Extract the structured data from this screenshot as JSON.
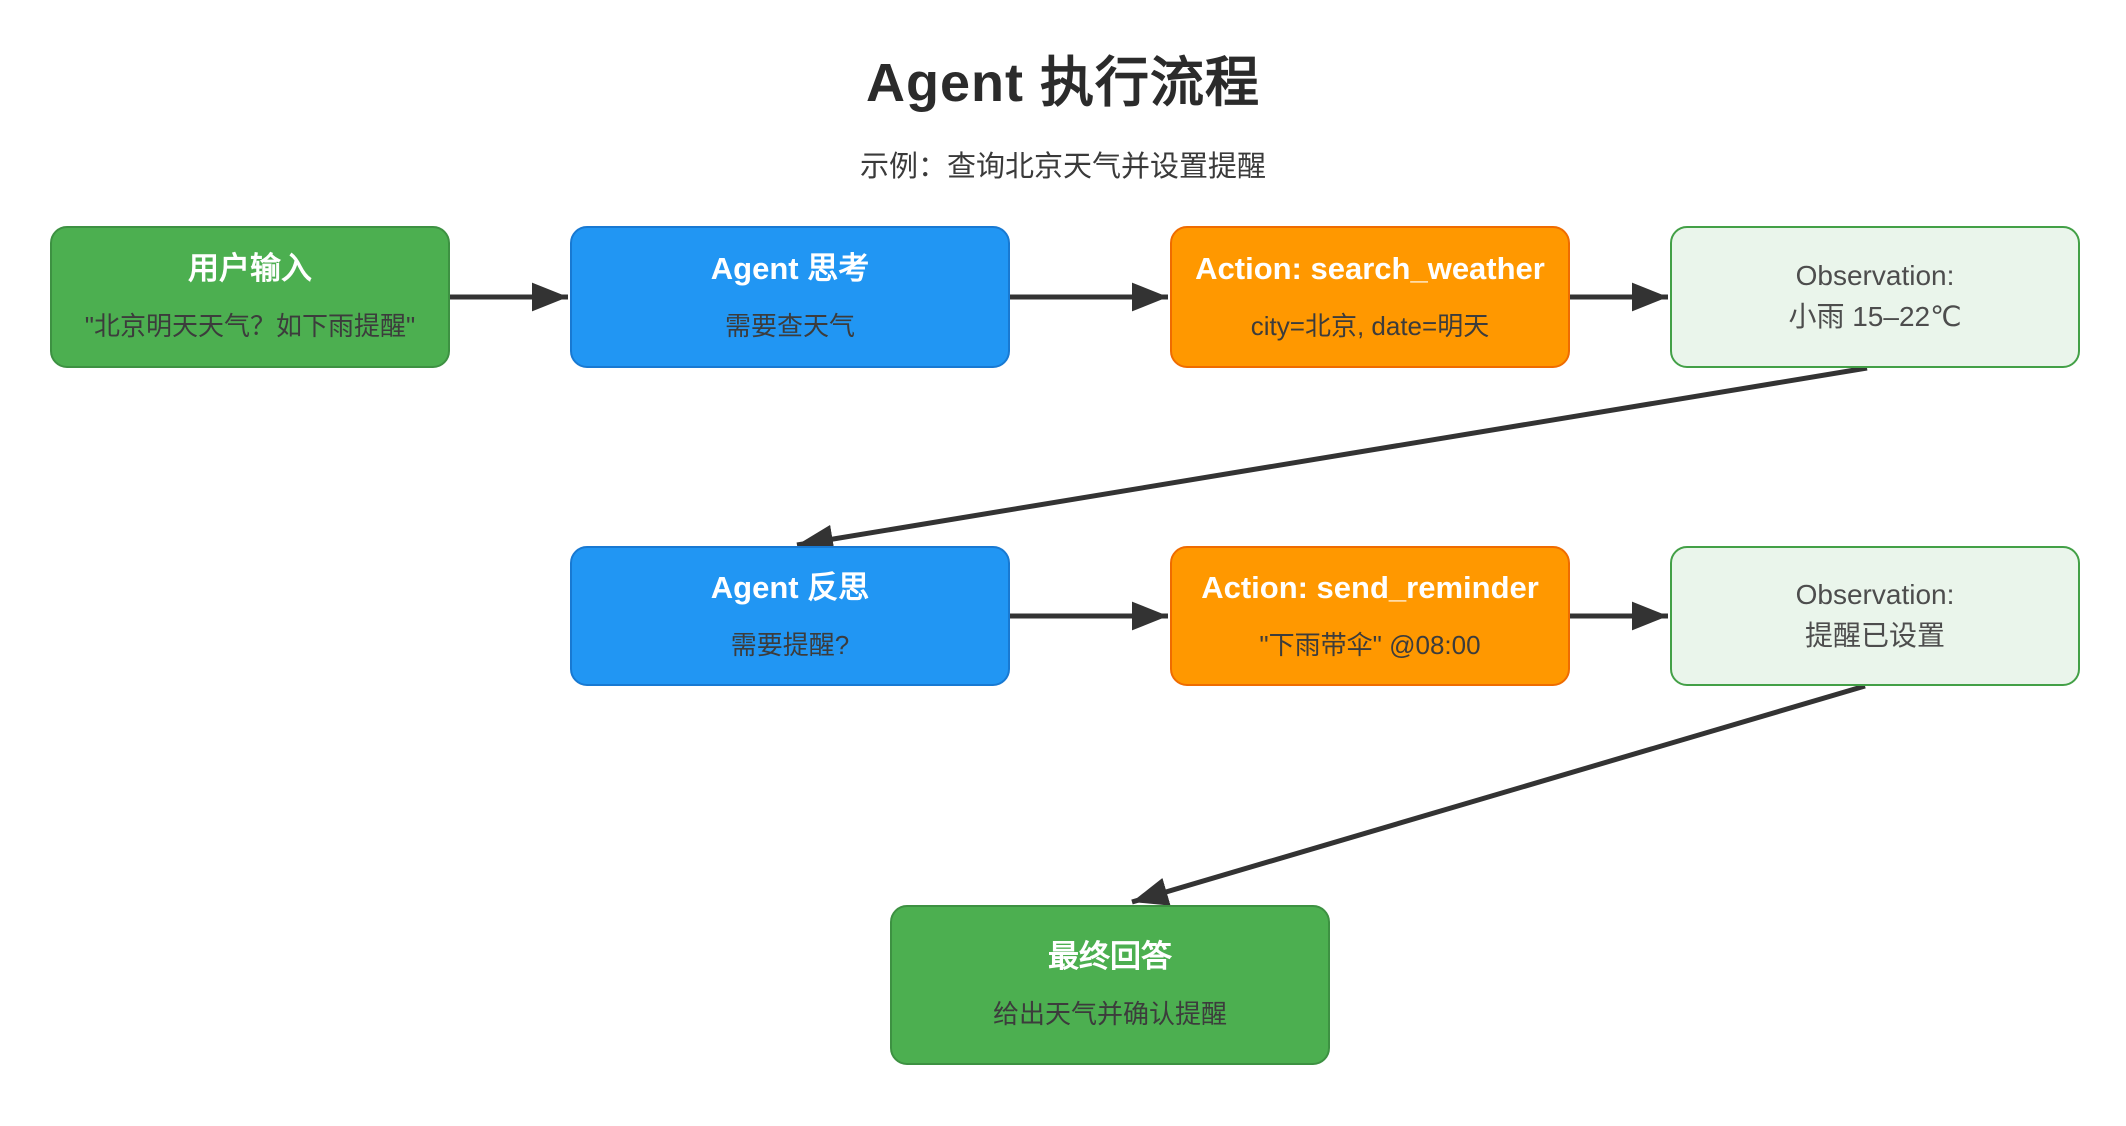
{
  "page": {
    "title": "Agent 执行流程",
    "subtitle": "示例：查询北京天气并设置提醒"
  },
  "colors": {
    "node_green": "#4caf50",
    "node_blue": "#2196f3",
    "node_orange": "#ff9800",
    "observation_bg": "#eaf5eb",
    "observation_border": "#43a047",
    "arrow": "#333333",
    "title_text": "#2b2b2b"
  },
  "nodes": {
    "user_input": {
      "title": "用户输入",
      "subtitle": "\"北京明天天气？如下雨提醒\""
    },
    "agent_think": {
      "title": "Agent 思考",
      "subtitle": "需要查天气"
    },
    "action_search": {
      "title": "Action: search_weather",
      "subtitle": "city=北京, date=明天"
    },
    "obs_weather": {
      "title": "Observation:",
      "subtitle": "小雨 15–22℃"
    },
    "agent_reflect": {
      "title": "Agent 反思",
      "subtitle": "需要提醒?"
    },
    "action_reminder": {
      "title": "Action: send_reminder",
      "subtitle": "\"下雨带伞\" @08:00"
    },
    "obs_reminder": {
      "title": "Observation:",
      "subtitle": "提醒已设置"
    },
    "final_answer": {
      "title": "最终回答",
      "subtitle": "给出天气并确认提醒"
    }
  },
  "edges": [
    {
      "from": "user_input",
      "to": "agent_think"
    },
    {
      "from": "agent_think",
      "to": "action_search"
    },
    {
      "from": "action_search",
      "to": "obs_weather"
    },
    {
      "from": "obs_weather",
      "to": "agent_reflect"
    },
    {
      "from": "agent_reflect",
      "to": "action_reminder"
    },
    {
      "from": "action_reminder",
      "to": "obs_reminder"
    },
    {
      "from": "obs_reminder",
      "to": "final_answer"
    }
  ]
}
